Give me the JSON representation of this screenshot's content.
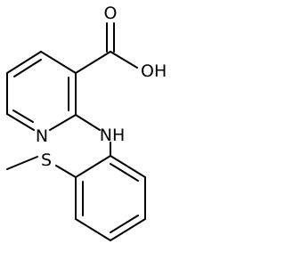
{
  "molecule": {
    "atoms": {
      "oxygen_carbonyl": "O",
      "hydroxyl": "OH",
      "pyridine_nitrogen": "N",
      "amine": "NH",
      "sulfur": "S"
    }
  },
  "colors": {
    "background": "#ffffff",
    "bond": "#000000",
    "text": "#000000"
  }
}
